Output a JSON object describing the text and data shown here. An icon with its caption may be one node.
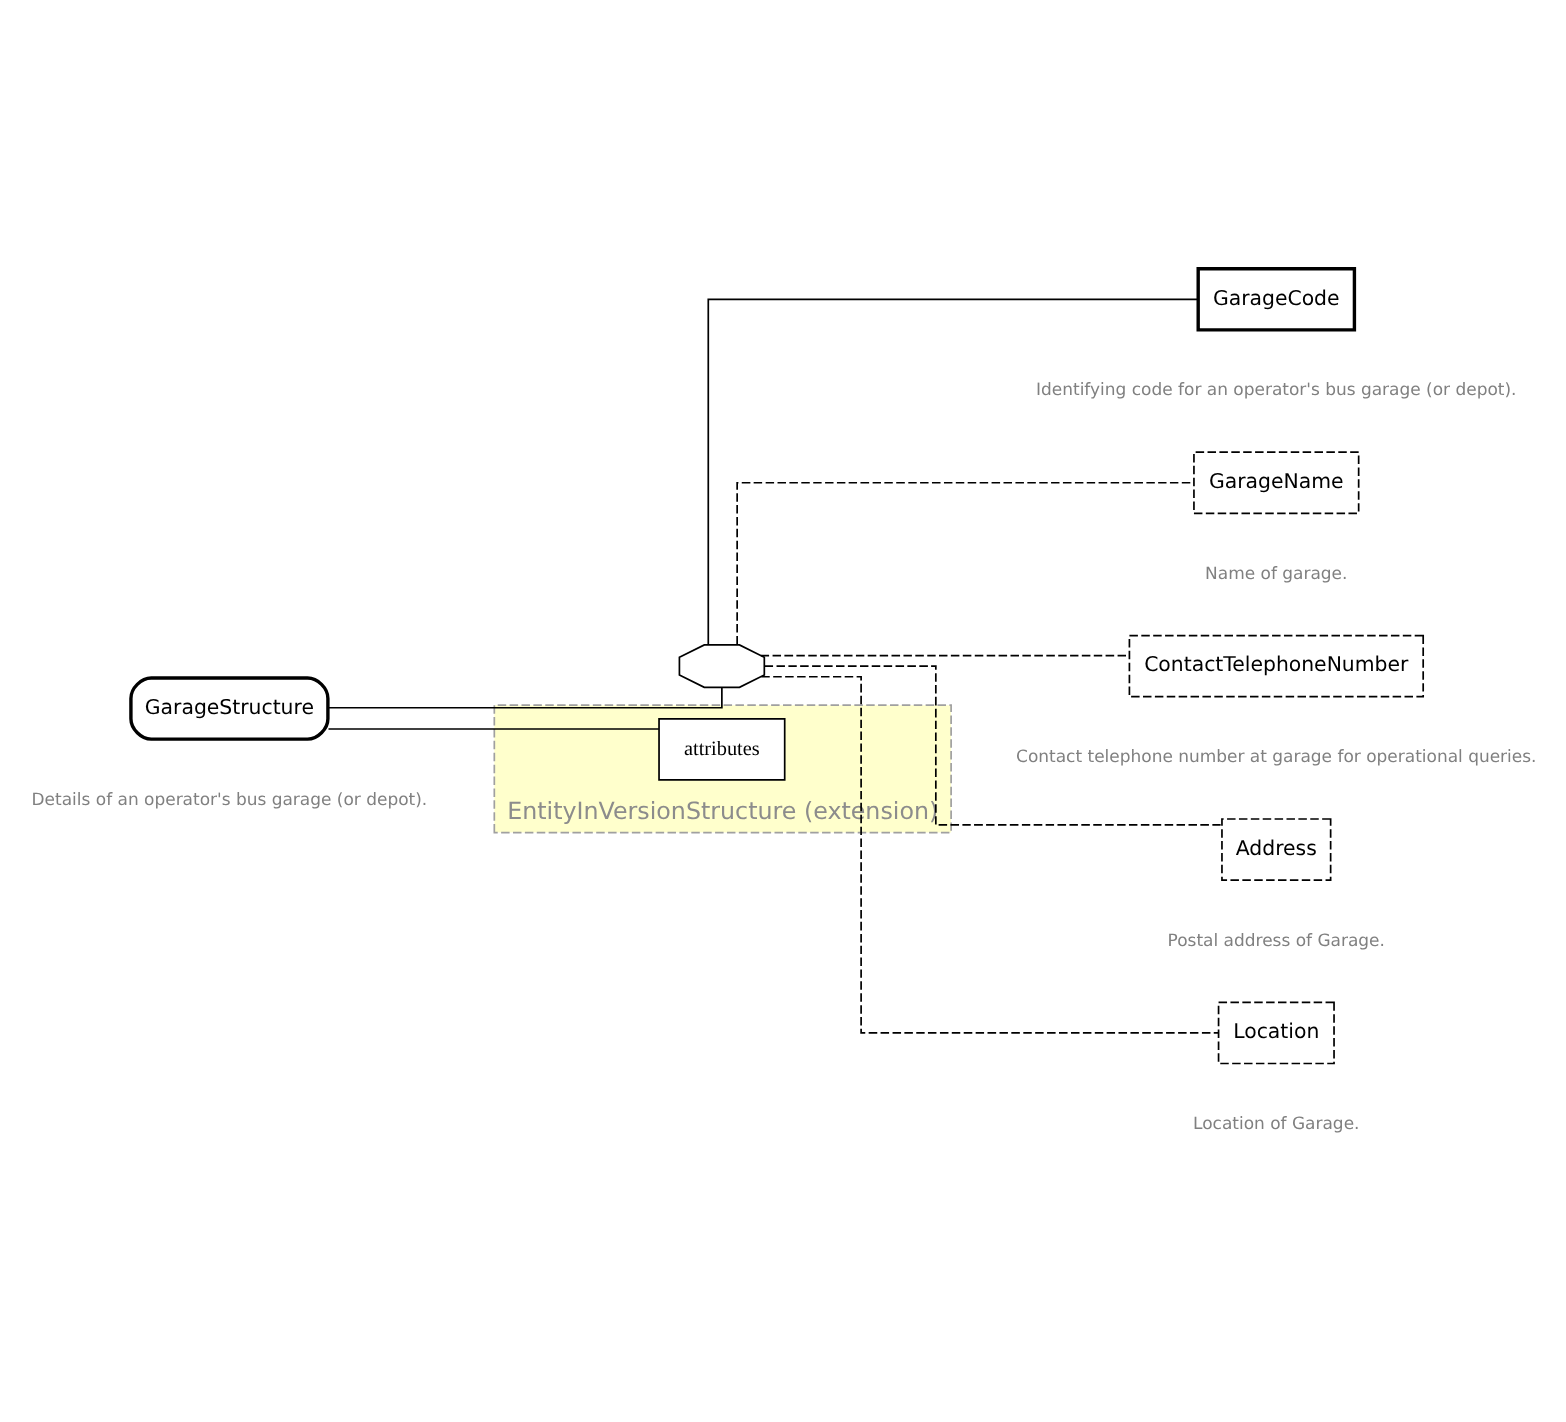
{
  "diagram": {
    "nodes": [
      {
        "text": [
          "EntityInVersionStructure (extension)"
        ]
      },
      {
        "text": [
          "attributes"
        ],
        "in": 0
      },
      {
        "text": [
          "GarageStructure"
        ],
        "beside": [
          "Details of an operator's bus garage (or depot)."
        ]
      },
      {
        "text": [],
        "shape": "octagon"
      },
      {
        "text": [
          "GarageCode"
        ],
        "beside": [
          "Identifying code for an operator's bus garage (or depot)."
        ]
      },
      {
        "text": [
          "GarageName"
        ],
        "beside": [
          "Name of garage."
        ]
      },
      {
        "text": [
          "ContactTelephoneNumber"
        ],
        "beside": [
          "Contact telephone number at garage for operational queries."
        ]
      },
      {
        "text": [
          "Address"
        ],
        "beside": [
          "Postal address of Garage."
        ]
      },
      {
        "text": [
          "Location"
        ],
        "beside": [
          "Location of Garage."
        ]
      }
    ],
    "edges": [
      {
        "from": 2,
        "to": 1,
        "arrow": "none"
      },
      {
        "from": 2,
        "to": 3,
        "arrow": "none"
      },
      {
        "from": 3,
        "to": 4,
        "arrow": "none"
      },
      {
        "from": 3,
        "to": 5,
        "arrow": "none",
        "style": "dashed"
      },
      {
        "from": 3,
        "to": 6,
        "arrow": "none",
        "style": "dashed"
      },
      {
        "from": 3,
        "to": 7,
        "arrow": "none",
        "style": "dashed"
      },
      {
        "from": 3,
        "to": 8,
        "arrow": "none",
        "style": "dashed"
      }
    ]
  }
}
